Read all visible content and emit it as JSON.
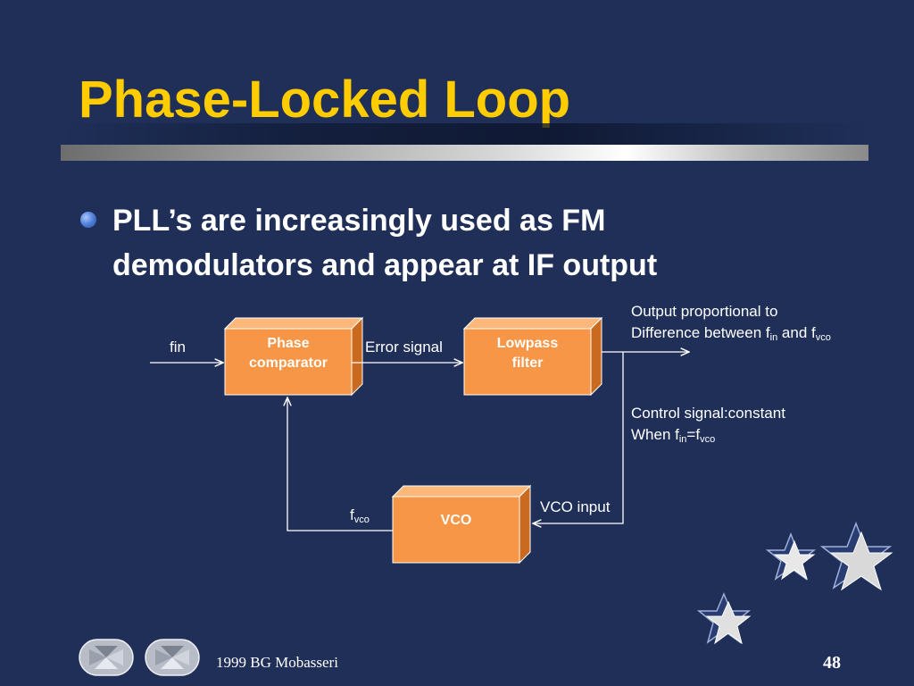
{
  "slide": {
    "title": "Phase-Locked Loop",
    "bullet": "PLL’s are increasingly used as FM demodulators and appear at IF output"
  },
  "diagram": {
    "blocks": {
      "phase_comparator": {
        "line1": "Phase",
        "line2": "comparator"
      },
      "lowpass_filter": {
        "line1": "Lowpass",
        "line2": "filter"
      },
      "vco": {
        "label": "VCO"
      }
    },
    "labels": {
      "fin": "fin",
      "error_signal": "Error signal",
      "output_line1": "Output proportional to",
      "output_line2_a": "Difference between f",
      "output_line2_sub1": "in",
      "output_line2_b": " and f",
      "output_line2_sub2": "vco",
      "control_line1": "Control signal:constant",
      "control_line2_a": "When f",
      "control_line2_sub1": "in",
      "control_line2_b": "=f",
      "control_line2_sub2": "vco",
      "fvco_main": "f",
      "fvco_sub": "vco",
      "vco_input": "VCO input"
    }
  },
  "footer": {
    "author": "1999 BG Mobasseri",
    "page": "48"
  },
  "colors": {
    "background": "#1f2f58",
    "title": "#ffcc00",
    "block_face": "#f79646",
    "block_top": "#fbb87a",
    "block_side": "#c96a1e"
  },
  "icons": [
    "star-icon",
    "previous-slide-icon",
    "next-slide-icon"
  ]
}
